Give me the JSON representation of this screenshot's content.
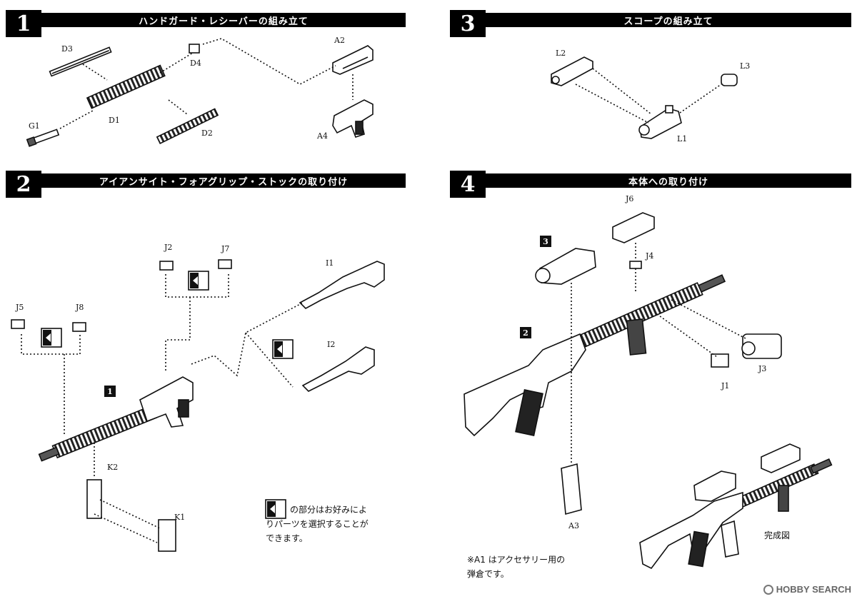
{
  "steps": [
    {
      "number": "1",
      "title": "ハンドガード・レシーバーの組み立て"
    },
    {
      "number": "2",
      "title": "アイアンサイト・フォアグリップ・ストックの取り付け"
    },
    {
      "number": "3",
      "title": "スコープの組み立て"
    },
    {
      "number": "4",
      "title": "本体への取り付け"
    }
  ],
  "step1": {
    "parts": {
      "D3": "D3",
      "D4": "D4",
      "A2": "A2",
      "D1": "D1",
      "G1": "G1",
      "D2": "D2",
      "A4": "A4"
    }
  },
  "step2": {
    "parts": {
      "J2": "J2",
      "J7": "J7",
      "I1": "I1",
      "J5": "J5",
      "J8": "J8",
      "I2": "I2",
      "K2": "K2",
      "K1": "K1"
    },
    "ref_badge": "1",
    "note_lines": [
      "の部分はお好みによ",
      "りパーツを選択することが",
      "できます。"
    ]
  },
  "step3": {
    "parts": {
      "L2": "L2",
      "L3": "L3",
      "L1": "L1"
    }
  },
  "step4": {
    "parts": {
      "J6": "J6",
      "J4": "J4",
      "J1": "J1",
      "J3": "J3",
      "A3": "A3"
    },
    "ref_badges": {
      "scope": "3",
      "rifle": "2"
    },
    "complete_label": "完成図",
    "note_lines": [
      "※A1 はアクセサリー用の",
      "弾倉です。"
    ]
  },
  "watermark": "HOBBY SEARCH"
}
